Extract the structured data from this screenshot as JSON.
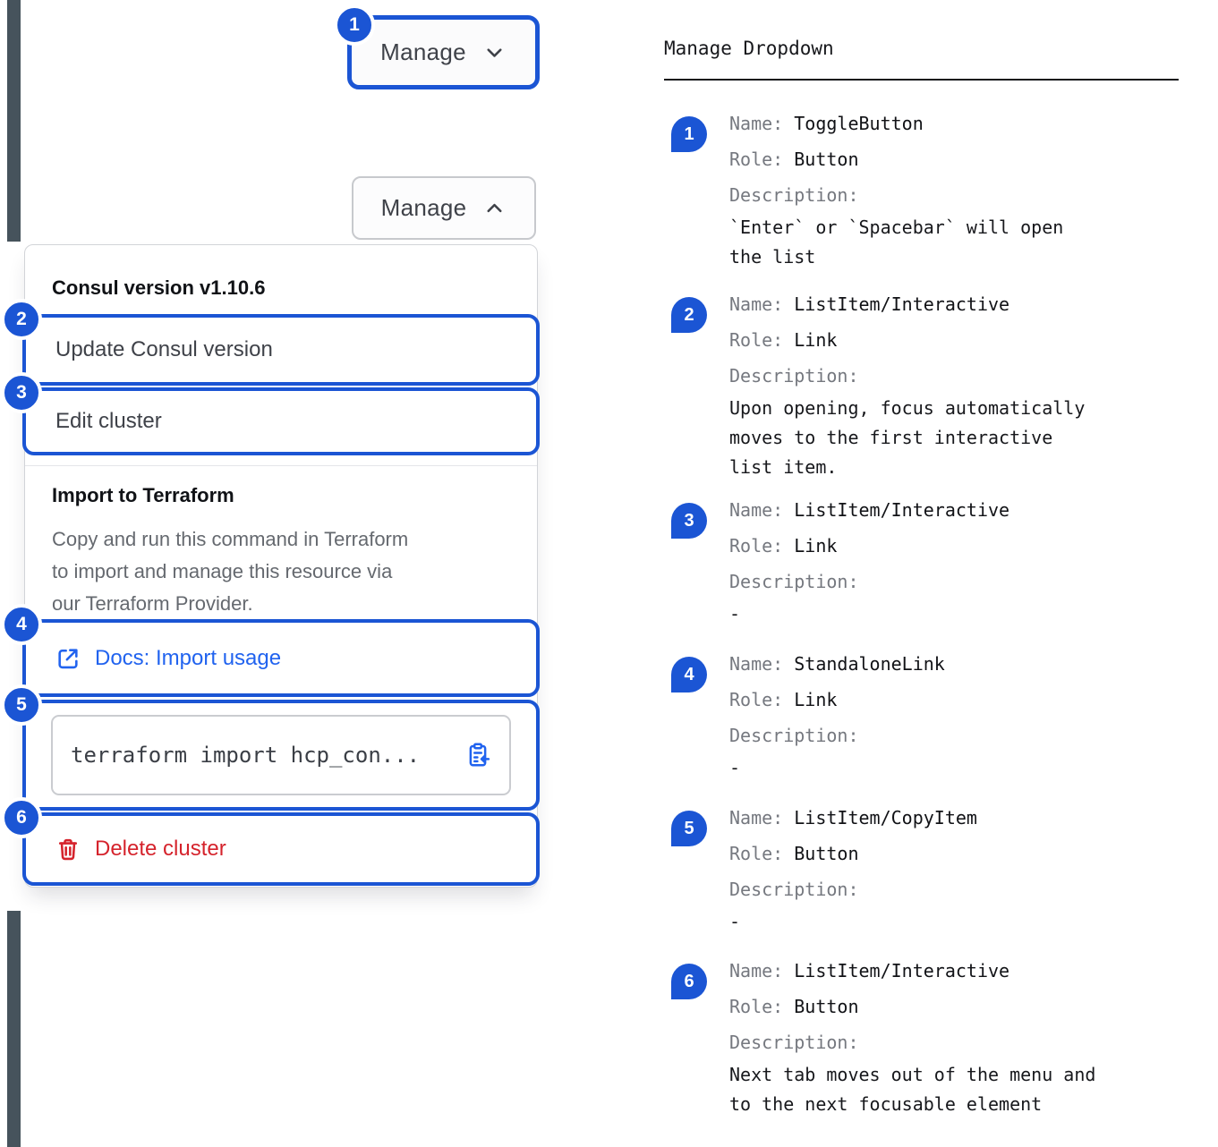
{
  "colors": {
    "accent_blue": "#1b55d4",
    "link_blue": "#2163ef",
    "danger_red": "#d5232c",
    "sidebar_strip": "#46535c"
  },
  "manage_button": {
    "label": "Manage",
    "closed_icon": "chevron-down-icon",
    "open_icon": "chevron-up-icon"
  },
  "menu": {
    "version_header": "Consul version v1.10.6",
    "update_item": "Update Consul version",
    "edit_item": "Edit cluster",
    "import_header": "Import to Terraform",
    "import_description": "Copy and run this command in Terraform\nto import and manage this resource via\nour Terraform Provider.",
    "docs_link": "Docs: Import usage",
    "code_snippet": "terraform import hcp_con...",
    "delete_item": "Delete cluster"
  },
  "icons": {
    "docs_link": "external-link-icon",
    "copy": "clipboard-copy-icon",
    "delete": "trash-icon"
  },
  "badges": [
    "1",
    "2",
    "3",
    "4",
    "5",
    "6"
  ],
  "doc": {
    "title": "Manage Dropdown",
    "field_labels": {
      "name": "Name:",
      "role": "Role:",
      "description": "Description:"
    },
    "entries": [
      {
        "num": "1",
        "name": "ToggleButton",
        "role": "Button",
        "description": "`Enter` or `Spacebar` will open\nthe list"
      },
      {
        "num": "2",
        "name": "ListItem/Interactive",
        "role": "Link",
        "description": "Upon opening, focus automatically\nmoves to the first interactive\nlist item."
      },
      {
        "num": "3",
        "name": "ListItem/Interactive",
        "role": "Link",
        "description": "-"
      },
      {
        "num": "4",
        "name": "StandaloneLink",
        "role": "Link",
        "description": "-"
      },
      {
        "num": "5",
        "name": "ListItem/CopyItem",
        "role": "Button",
        "description": "-"
      },
      {
        "num": "6",
        "name": "ListItem/Interactive",
        "role": "Button",
        "description": "Next tab moves out of the menu and\nto the next focusable element"
      }
    ]
  }
}
